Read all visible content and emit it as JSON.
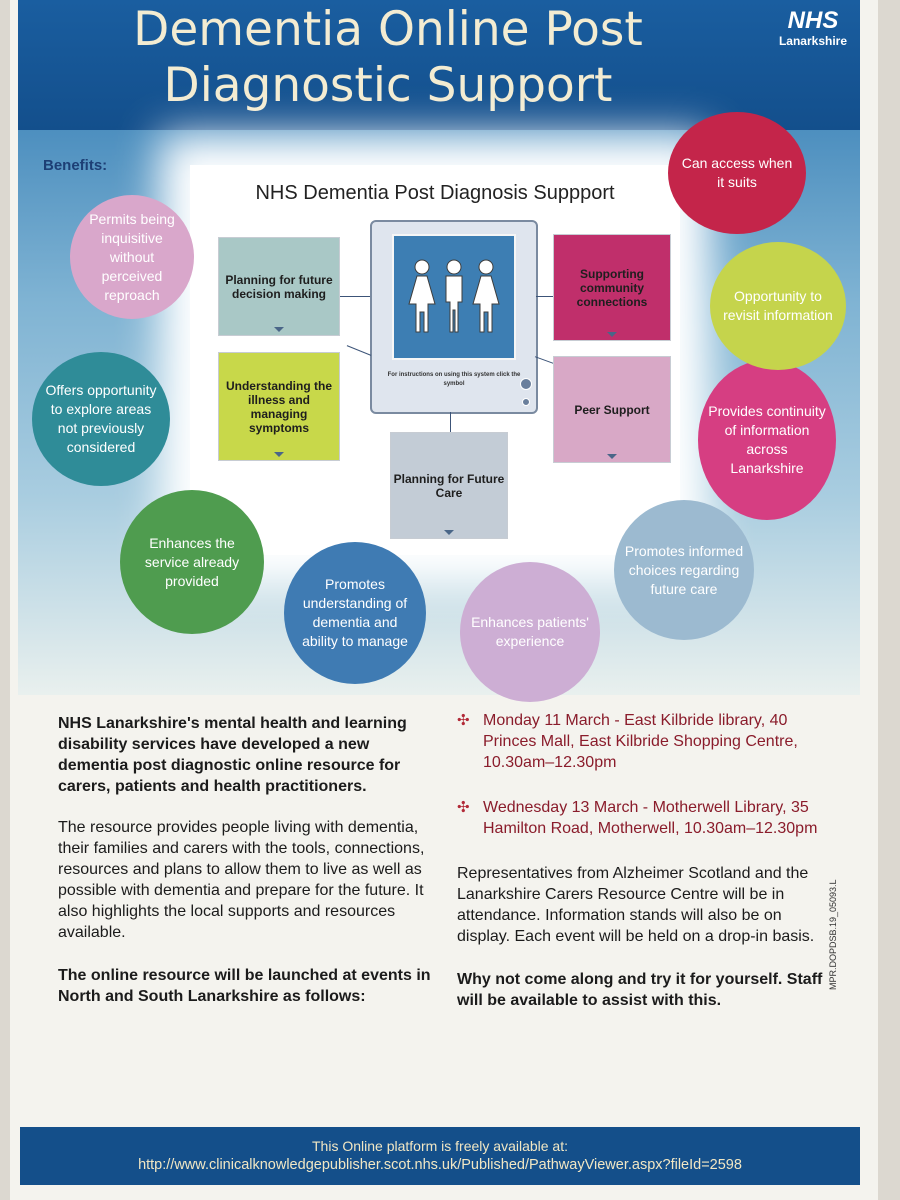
{
  "header": {
    "title_line1": "Dementia Online Post",
    "title_line2": "Diagnostic Support",
    "logo_mark": "NHS",
    "logo_sub": "Lanarkshire"
  },
  "graphic": {
    "benefits_label": "Benefits:",
    "diagram_title": "NHS Dementia Post Diagnosis Suppport",
    "screen_note_line1": "For instructions on using this system click the",
    "screen_note_line2": "symbol",
    "boxes": {
      "planning_decision": "Planning for future decision making",
      "understanding": "Understanding the illness and managing symptoms",
      "future_care": "Planning for Future Care",
      "community": "Supporting community connections",
      "peer": "Peer Support"
    },
    "circles": {
      "c1": "Permits being inquisitive without perceived reproach",
      "c2": "Offers opportunity to explore areas not previously considered",
      "c3": "Enhances the service already provided",
      "c4": "Promotes understanding of dementia and ability to manage",
      "c5": "Enhances patients' experience",
      "c6": "Promotes informed choices regarding future care",
      "c7": "Provides continuity of information across Lanarkshire",
      "c8": "Opportunity to revisit information",
      "c9": "Can access when it suits"
    },
    "colors": {
      "pink_light": "#d9a7cb",
      "teal": "#2f8c98",
      "green": "#4f9c4f",
      "blue": "#3f7bb3",
      "lilac": "#cdaed4",
      "grey_blue": "#9cbad0",
      "magenta": "#d63e82",
      "lime": "#c5d44c",
      "red": "#c4254a"
    }
  },
  "left_column": {
    "intro": "NHS Lanarkshire's mental health and learning disability services have developed a new dementia post diagnostic online resource for carers, patients and health practitioners.",
    "body": "The resource provides people living with dementia, their families and carers with the tools, connections, resources and plans to allow them to live as well as possible with dementia and prepare for the future. It also highlights the local supports and resources available.",
    "launch": "The online resource will be launched at events in North and South Lanarkshire as follows:"
  },
  "right_column": {
    "event1": "Monday 11 March - East Kilbride library, 40 Princes Mall, East Kilbride Shopping Centre, 10.30am–12.30pm",
    "event2": "Wednesday 13 March - Motherwell Library, 35 Hamilton Road, Motherwell, 10.30am–12.30pm",
    "reps": "Representatives from Alzheimer Scotland and the Lanarkshire Carers Resource Centre will be in attendance. Information stands will also be on display. Each event will be held on a drop-in basis.",
    "cta": "Why not come along and try it for yourself. Staff will be available to assist with this."
  },
  "footer": {
    "line1": "This Online platform is freely available at:",
    "line2": "http://www.clinicalknowledgepublisher.scot.nhs.uk/Published/PathwayViewer.aspx?fileId=2598"
  },
  "side_code": "MPR.DOPDSB.19_05093.L"
}
